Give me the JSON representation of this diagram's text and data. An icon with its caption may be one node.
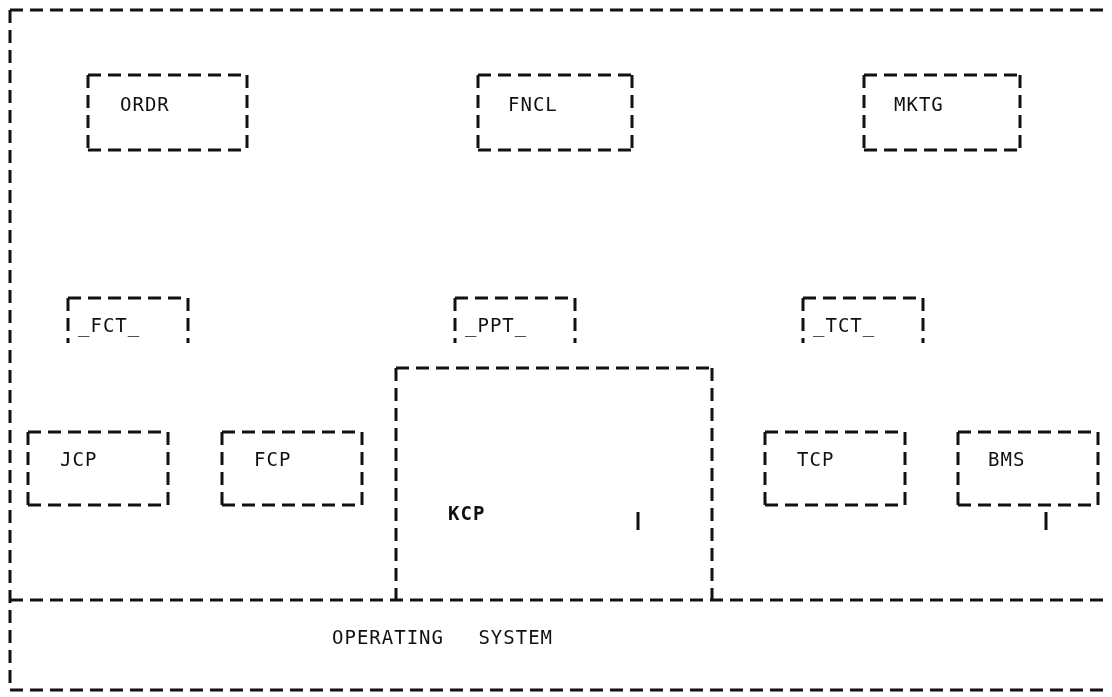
{
  "diagram": {
    "nodes": [
      {
        "text": [],
        "shape": "box"
      },
      {
        "text": [
          "ORDR"
        ],
        "in": 0
      },
      {
        "text": [
          "FNCL"
        ],
        "in": 0
      },
      {
        "text": [
          "MKTG"
        ],
        "in": 0
      },
      {
        "text": [
          "_FCT_"
        ],
        "in": 0
      },
      {
        "text": [
          "_PPT_"
        ],
        "in": 0
      },
      {
        "text": [
          "_TCT_"
        ],
        "in": 0
      },
      {
        "text": [
          "KCP"
        ],
        "in": 0
      },
      {
        "text": [
          "JCP"
        ],
        "in": 0
      },
      {
        "text": [
          "FCP"
        ],
        "in": 0
      },
      {
        "text": [
          "TCP"
        ],
        "in": 0
      },
      {
        "text": [
          "BMS"
        ],
        "in": 0
      },
      {
        "text": [
          "OPERATING SYSTEM"
        ],
        "in": 0
      }
    ]
  }
}
